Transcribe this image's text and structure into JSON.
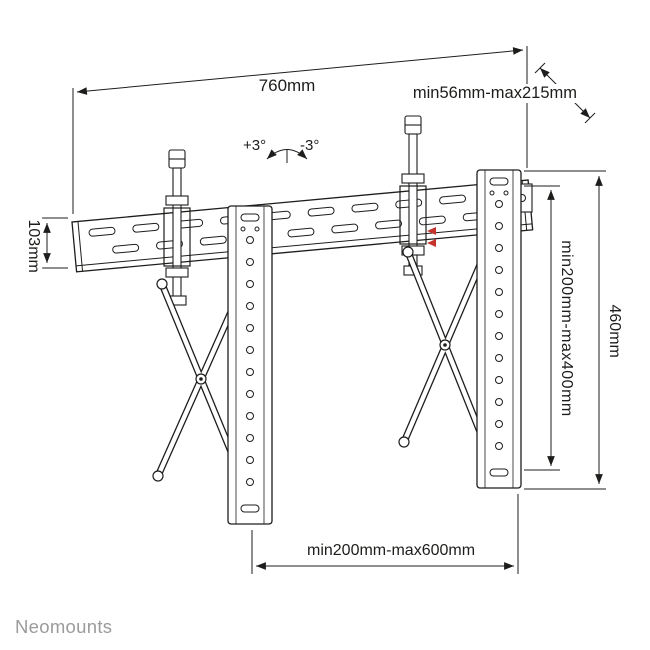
{
  "drawing": {
    "dimensions": {
      "total_width": "760mm",
      "depth_range": "min56mm-max215mm",
      "tilt_up": "+3°",
      "tilt_down": "-3°",
      "rail_height": "103mm",
      "bracket_height": "460mm",
      "vesa_vertical_range": "min200mm-max400mm",
      "vesa_horizontal_range": "min200mm-max600mm"
    }
  },
  "brand": {
    "name": "Neomounts"
  },
  "colors": {
    "line": "#1d1d1b",
    "accent_red": "#c4342c",
    "brand_gray": "#9c9b9b",
    "background": "#ffffff"
  }
}
